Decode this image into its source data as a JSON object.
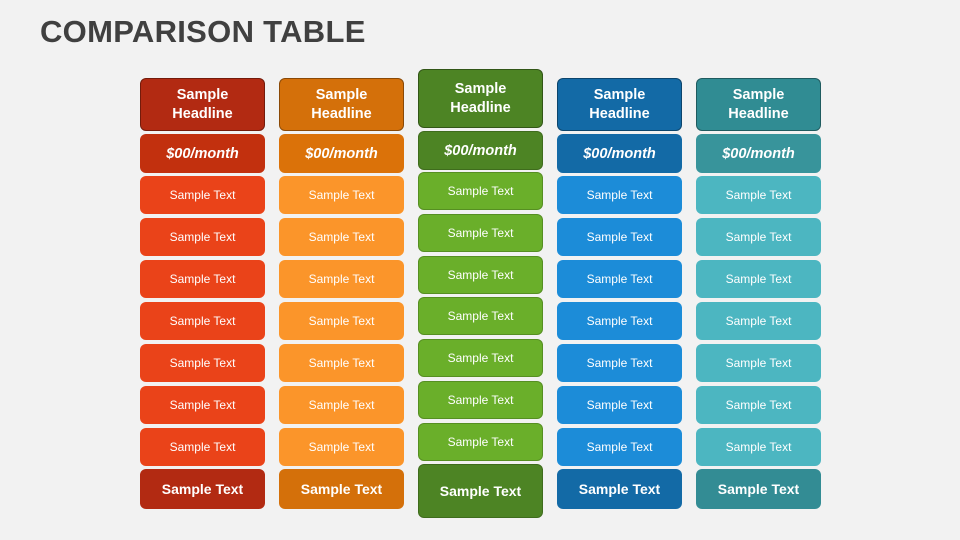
{
  "title": "COMPARISON TABLE",
  "columns": [
    {
      "headline": "Sample\nHeadline",
      "price": "$00/month",
      "rows": [
        "Sample Text",
        "Sample Text",
        "Sample Text",
        "Sample Text",
        "Sample Text",
        "Sample Text",
        "Sample Text"
      ],
      "footer": "Sample Text",
      "colors": {
        "headline": "#b22a12",
        "price": "#c2300e",
        "row": "#ea4319",
        "footer": "#b22a12"
      }
    },
    {
      "headline": "Sample\nHeadline",
      "price": "$00/month",
      "rows": [
        "Sample Text",
        "Sample Text",
        "Sample Text",
        "Sample Text",
        "Sample Text",
        "Sample Text",
        "Sample Text"
      ],
      "footer": "Sample Text",
      "colors": {
        "headline": "#d4700a",
        "price": "#db7209",
        "row": "#fb952a",
        "footer": "#d4700a"
      }
    },
    {
      "headline": "Sample\nHeadline",
      "price": "$00/month",
      "rows": [
        "Sample Text",
        "Sample Text",
        "Sample Text",
        "Sample Text",
        "Sample Text",
        "Sample Text",
        "Sample Text"
      ],
      "footer": "Sample Text",
      "featured": true,
      "colors": {
        "headline": "#4d8424",
        "price": "#4d8424",
        "row": "#6aaf2a",
        "footer": "#4d8424"
      }
    },
    {
      "headline": "Sample\nHeadline",
      "price": "$00/month",
      "rows": [
        "Sample Text",
        "Sample Text",
        "Sample Text",
        "Sample Text",
        "Sample Text",
        "Sample Text",
        "Sample Text"
      ],
      "footer": "Sample Text",
      "colors": {
        "headline": "#136aa6",
        "price": "#136aa6",
        "row": "#1c8cd8",
        "footer": "#136aa6"
      }
    },
    {
      "headline": "Sample\nHeadline",
      "price": "$00/month",
      "rows": [
        "Sample Text",
        "Sample Text",
        "Sample Text",
        "Sample Text",
        "Sample Text",
        "Sample Text",
        "Sample Text"
      ],
      "footer": "Sample Text",
      "colors": {
        "headline": "#308c93",
        "price": "#38949b",
        "row": "#4cb6c1",
        "footer": "#338c94"
      }
    }
  ]
}
